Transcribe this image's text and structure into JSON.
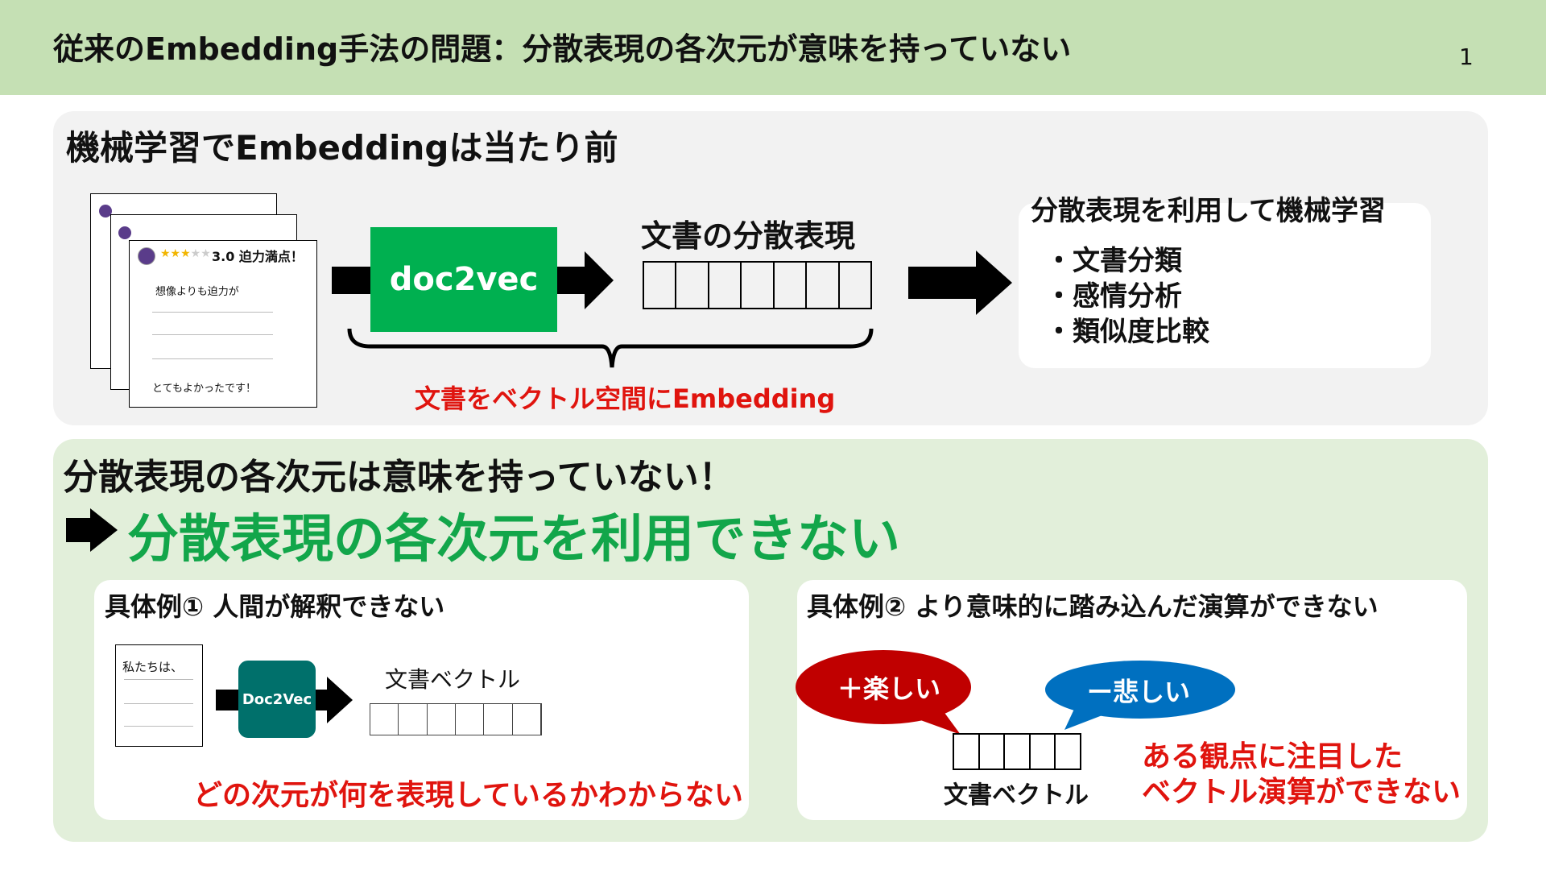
{
  "header": {
    "title": "従来のEmbedding手法の問題：分散表現の各次元が意味を持っていない",
    "page_number": "1"
  },
  "top_section": {
    "heading": "機械学習でEmbeddingは当たり前",
    "review": {
      "stars": "★★★",
      "stars_empty": "★★",
      "score_text": "3.0 迫力満点！",
      "line1": "想像よりも迫力が",
      "line_last": "とてもよかったです！"
    },
    "model_label": "doc2vec",
    "vector_label": "文書の分散表現",
    "brace_caption": "文書をベクトル空間にEmbedding",
    "result": {
      "title": "分散表現を利用して機械学習",
      "items": [
        "・文書分類",
        "・感情分析",
        "・類似度比較"
      ]
    }
  },
  "bottom_section": {
    "heading": "分散表現の各次元は意味を持っていない！",
    "conclusion": "分散表現の各次元を利用できない",
    "example1": {
      "title": "具体例①  人間が解釈できない",
      "doc_text": "私たちは、",
      "model_label": "Doc2Vec",
      "vector_label": "文書ベクトル",
      "caption": "どの次元が何を表現しているかわからない"
    },
    "example2": {
      "title": "具体例②  より意味的に踏み込んだ演算ができない",
      "bubble_plus": "＋楽しい",
      "bubble_minus": "ー悲しい",
      "vector_label": "文書ベクトル",
      "caption_line1": "ある観点に注目した",
      "caption_line2": "ベクトル演算ができない"
    }
  },
  "colors": {
    "header_bg": "#c5e0b4",
    "panel_gray": "#f2f2f2",
    "panel_green": "#e2efda",
    "doc2vec_green": "#00b050",
    "doc2vec_teal": "#00706b",
    "accent_red": "#e0140e",
    "accent_green": "#12a64a",
    "bubble_red": "#c00000",
    "bubble_blue": "#0070c0"
  }
}
